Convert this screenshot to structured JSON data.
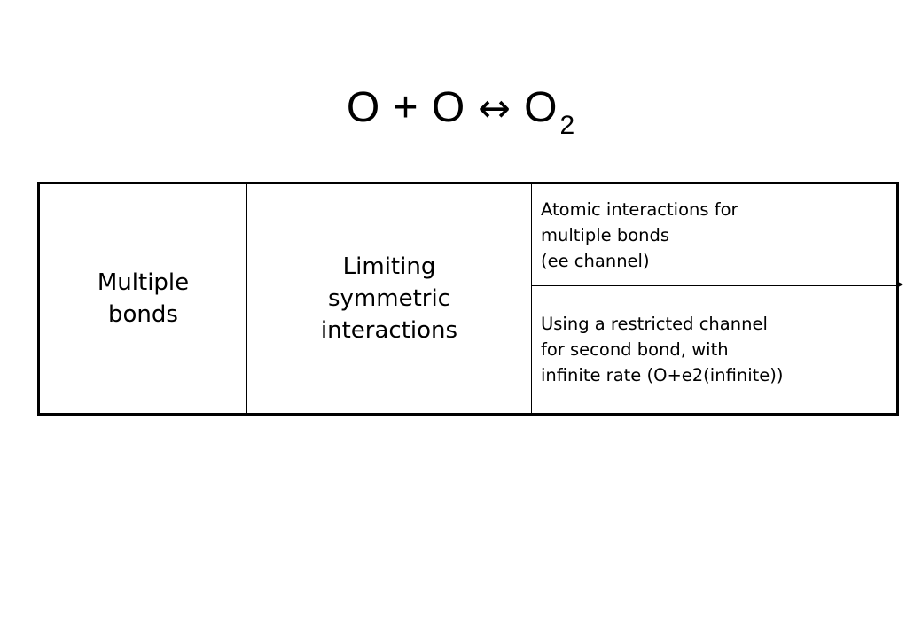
{
  "title": {
    "left": "O + O",
    "arrow": "↔",
    "right": "O",
    "subscript": "2"
  },
  "table": {
    "col1": [
      "Multiple",
      "bonds"
    ],
    "col2": [
      "Limiting",
      "symmetric",
      "interactions"
    ],
    "col3_top": [
      "Atomic interactions for",
      "multiple bonds",
      "(ee channel)"
    ],
    "col3_bottom": [
      "Using a restricted channel",
      "for second bond, with",
      "infinite rate (O+e2(infinite))"
    ]
  }
}
